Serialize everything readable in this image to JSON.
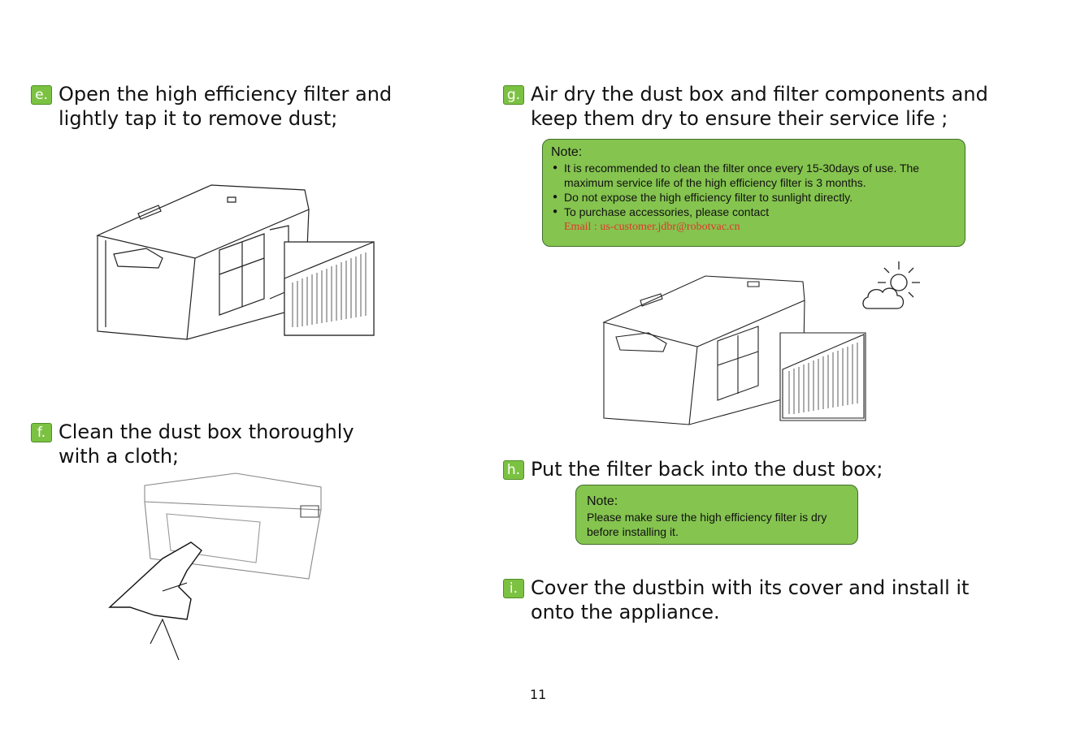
{
  "steps": {
    "e": {
      "badge": "e.",
      "text": "Open the high efficiency filter and\nlightly tap it to remove dust;"
    },
    "f": {
      "badge": "f.",
      "text": "Clean the dust box thoroughly\nwith a cloth;"
    },
    "g": {
      "badge": "g.",
      "text": "Air dry the dust box and filter components and\nkeep them dry to ensure their service life     ;"
    },
    "h": {
      "badge": "h.",
      "text": "Put the filter back into the dust box;"
    },
    "i": {
      "badge": "i.",
      "text": "Cover the dustbin with its cover and install it\nonto the appliance."
    }
  },
  "note1": {
    "title": "Note:",
    "bullets": [
      "It is recommended to clean the filter once every 15-30days of use. The maximum service life of the high efficiency filter is 3 months.",
      "Do not expose the high efficiency filter to sunlight directly.",
      "To purchase accessories, please contact"
    ],
    "email": "Email :   us-customer.jdbr@robotvac.cn"
  },
  "note2": {
    "title": "Note:",
    "text": "Please make sure the high efficiency filter is dry before installing it."
  },
  "page_number": "11",
  "colors": {
    "badge": "#7cc242",
    "note_bg": "#85c44f",
    "email": "#e0362c"
  },
  "icons": [
    "dust-box-illustration",
    "filter-illustration",
    "hand-cloth-illustration",
    "sun-cloud-icon"
  ]
}
